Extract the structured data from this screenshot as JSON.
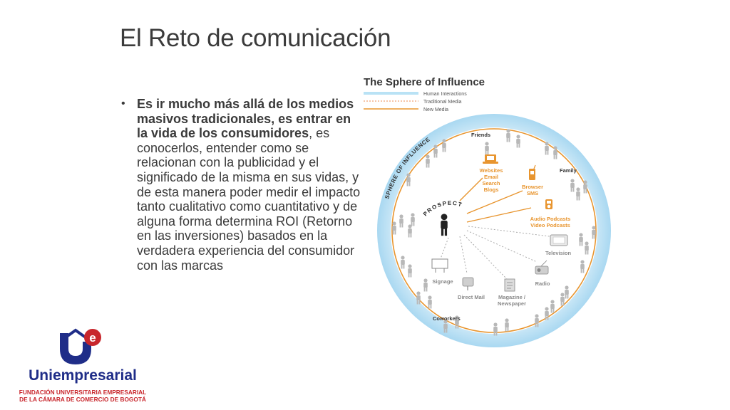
{
  "slide": {
    "title": "El Reto de comunicación",
    "bullet": {
      "bold_text": "Es ir mucho más allá de los medios masivos tradicionales, es entrar en la vida de los consumidores",
      "rest_text": ", es conocerlos, entender como se relacionan con la publicidad y el significado de la misma en sus vidas, y de esta manera poder medir el impacto tanto cualitativo como cuantitativo y de alguna forma determina ROI (Retorno en las inversiones) basados en la verdadera experiencia del consumidor con las marcas"
    }
  },
  "diagram": {
    "title": "The Sphere of Influence",
    "legend": [
      {
        "label": "Human Interactions",
        "color": "#b9e2f5"
      },
      {
        "label": "Traditional Media",
        "color": "#f0a070"
      },
      {
        "label": "New Media",
        "color": "#e8952f"
      }
    ],
    "ring_label": "SPHERE OF INFLUENCE",
    "center_label": "PROSPECT",
    "groups": {
      "friends": "Friends",
      "family": "Family",
      "coworkers": "Coworkers"
    },
    "new_media": [
      {
        "id": "web",
        "lines": [
          "Websites",
          "Email",
          "Search",
          "Blogs"
        ]
      },
      {
        "id": "phone",
        "lines": [
          "Browser",
          "SMS"
        ]
      },
      {
        "id": "audio",
        "lines": [
          "Audio Podcasts",
          "Video Podcasts"
        ]
      }
    ],
    "traditional_media": [
      {
        "id": "television",
        "lines": [
          "Television"
        ]
      },
      {
        "id": "radio",
        "lines": [
          "Radio"
        ]
      },
      {
        "id": "magazine",
        "lines": [
          "Magazine /",
          "Newspaper"
        ]
      },
      {
        "id": "direct-mail",
        "lines": [
          "Direct Mail"
        ]
      },
      {
        "id": "signage",
        "lines": [
          "Signage"
        ]
      }
    ],
    "colors": {
      "new_media": "#e8952f",
      "traditional": "#aaaaaa",
      "outer_ring": "#c7e6f6",
      "inner_circle": "#ffffff",
      "person": "#b8b8b8"
    }
  },
  "logo": {
    "name": "Uniempresarial",
    "subtitle_line1": "FUNDACIÓN UNIVERSITARIA EMPRESARIAL",
    "subtitle_line2": "DE LA CÁMARA DE COMERCIO DE BOGOTÁ",
    "colors": {
      "blue": "#1f2d88",
      "red": "#c8262c"
    }
  }
}
